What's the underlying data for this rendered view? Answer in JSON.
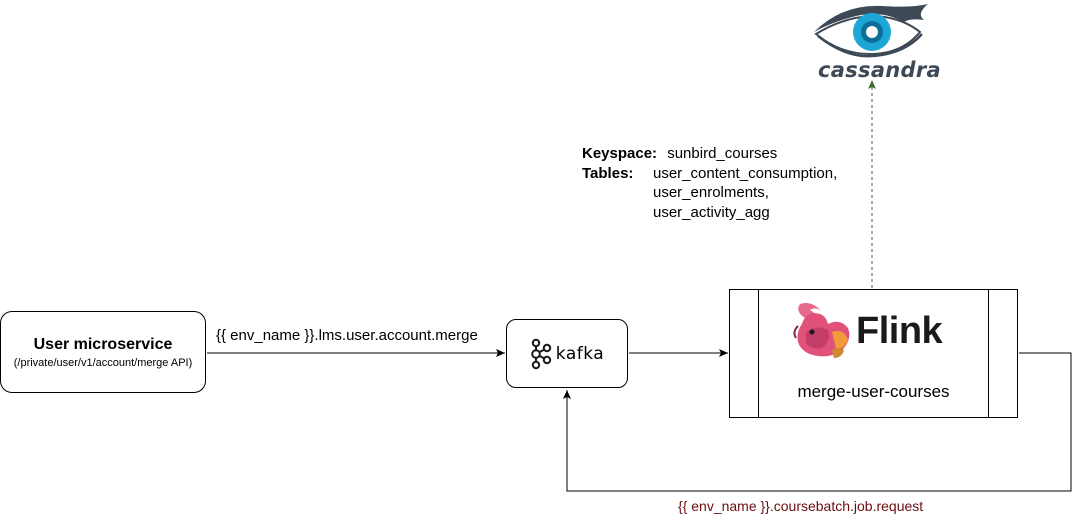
{
  "nodes": {
    "user_service": {
      "title": "User microservice",
      "subtitle": "(/private/user/v1/account/merge API)"
    },
    "kafka": {
      "label": "kafka",
      "icon": "kafka-icon"
    },
    "flink": {
      "label": "Flink",
      "job": "merge-user-courses",
      "icon": "flink-squirrel-icon"
    },
    "cassandra": {
      "label": "cassandra",
      "icon": "cassandra-eye-icon"
    }
  },
  "store_info": {
    "keyspace_key": "Keyspace:",
    "keyspace_value": "sunbird_courses",
    "tables_key": "Tables:",
    "tables": [
      "user_content_consumption,",
      "user_enrolments,",
      "user_activity_agg"
    ]
  },
  "edges": {
    "user_to_kafka": "{{ env_name }}.lms.user.account.merge",
    "flink_to_kafka": "{{ env_name }}.coursebatch.job.request"
  },
  "colors": {
    "cassandra_edge": "#3d6b35",
    "feedback_label": "#6a0f0f",
    "cassandra_eye": "#1ea7d6"
  }
}
